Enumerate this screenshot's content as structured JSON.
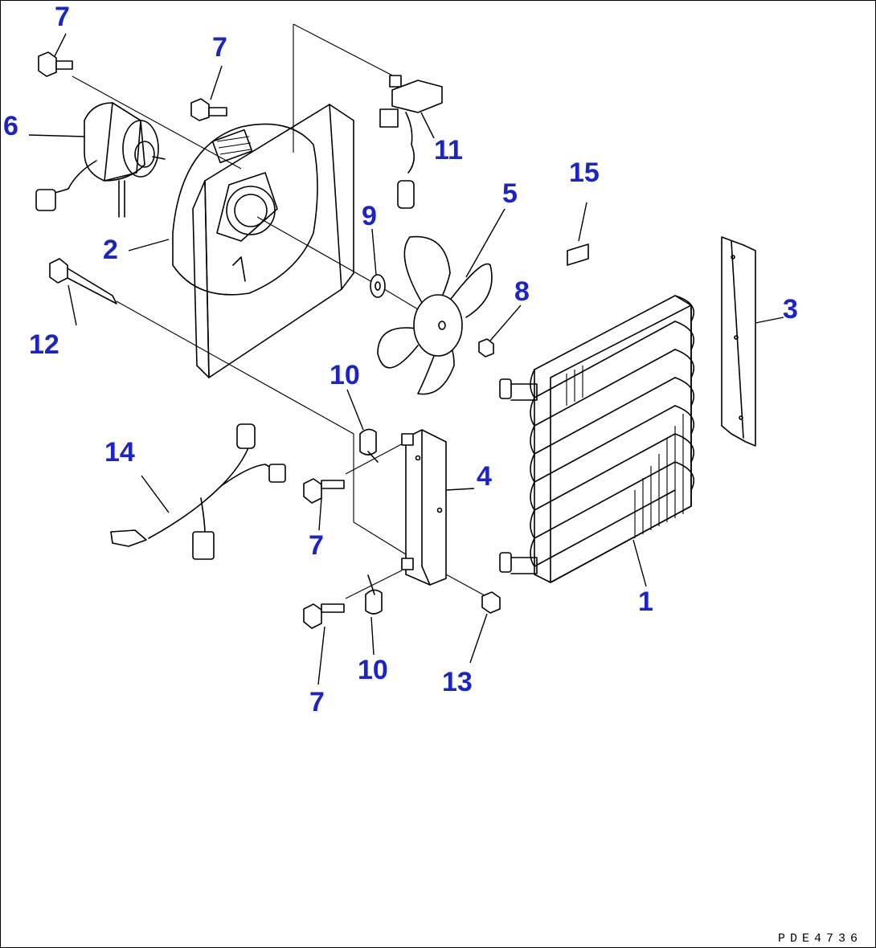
{
  "diagram": {
    "ref_code": "PDE4736",
    "callouts": {
      "c1": "1",
      "c2": "2",
      "c3": "3",
      "c4": "4",
      "c5": "5",
      "c6": "6",
      "c7a": "7",
      "c7b": "7",
      "c7c": "7",
      "c7d": "7",
      "c8": "8",
      "c9": "9",
      "c10a": "10",
      "c10b": "10",
      "c11": "11",
      "c12": "12",
      "c13": "13",
      "c14": "14",
      "c15": "15"
    }
  }
}
